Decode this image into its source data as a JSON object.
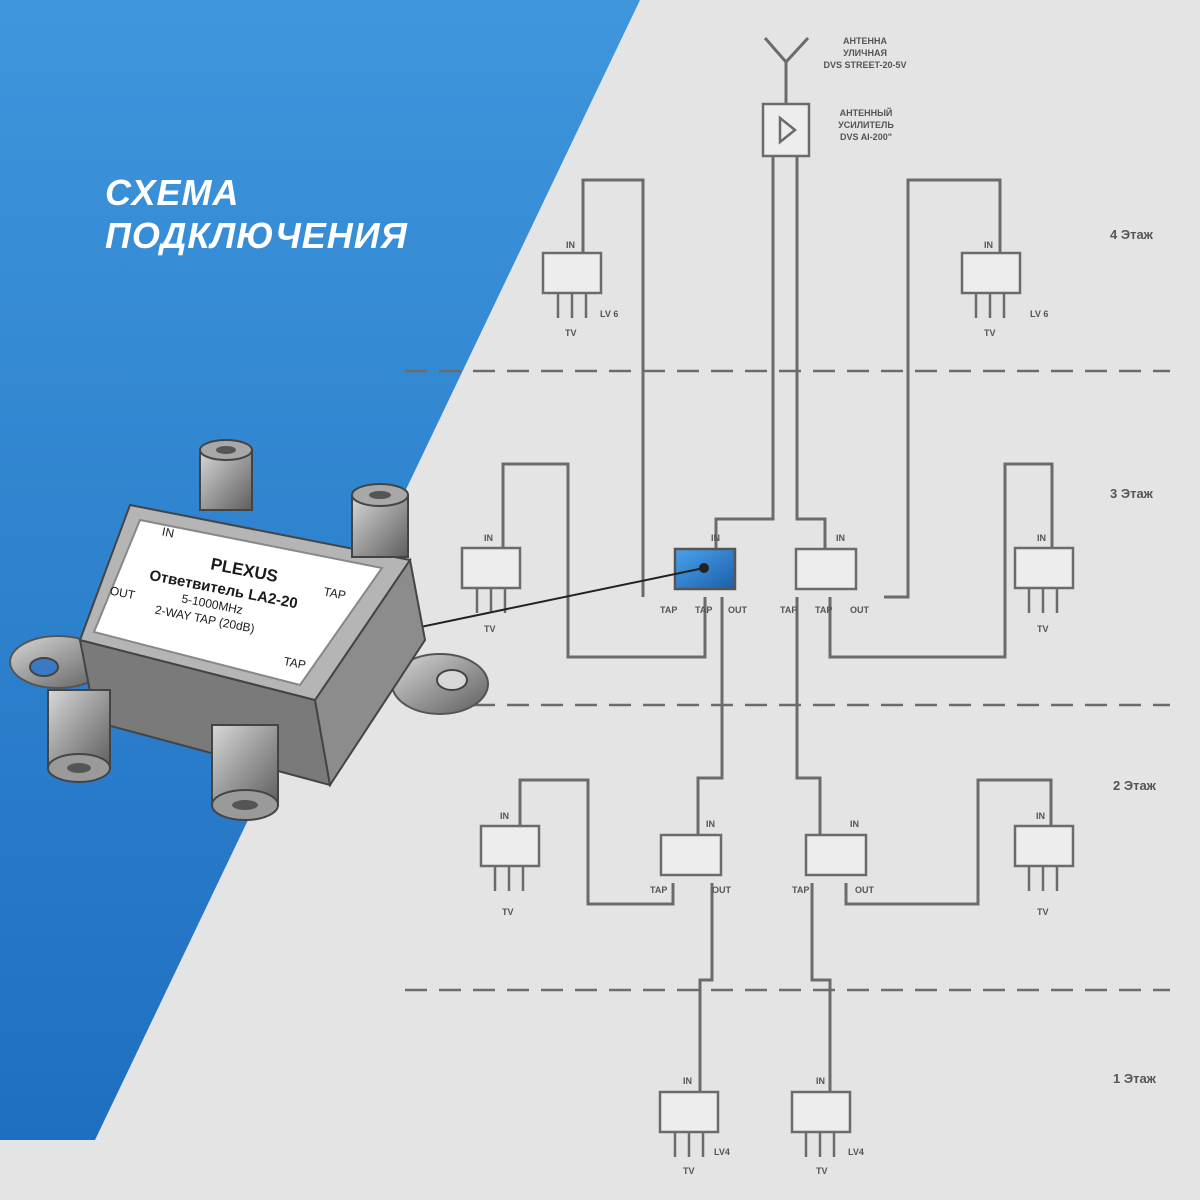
{
  "title": {
    "line1": "СХЕМА",
    "line2": "ПОДКЛЮЧЕНИЯ"
  },
  "antenna": {
    "line1": "АНТЕННА",
    "line2": "УЛИЧНАЯ",
    "line3": "DVS STREET-20-5V"
  },
  "amplifier": {
    "line1": "АНТЕННЫЙ",
    "line2": "УСИЛИТЕЛЬ",
    "line3": "DVS AI-200\""
  },
  "floors": {
    "f4": "4 Этаж",
    "f3": "3 Этаж",
    "f2": "2 Этаж",
    "f1": "1 Этаж"
  },
  "ports": {
    "in": "IN",
    "tap": "TAP",
    "out": "OUT",
    "tv": "TV",
    "lv6": "LV 6",
    "lv4": "LV4"
  },
  "device": {
    "brand": "PLEXUS",
    "model": "Ответвитель LA2-20",
    "freq": "5-1000MHz",
    "spec": "2-WAY TAP (20dB)",
    "port_in": "IN",
    "port_out": "OUT",
    "port_tap_top": "TAP",
    "port_tap_bottom": "TAP"
  },
  "colors": {
    "blue_panel": "#2f86d6",
    "wire": "#6b6b6b",
    "background": "#e4e4e4",
    "highlight": "#2f7fd0"
  }
}
